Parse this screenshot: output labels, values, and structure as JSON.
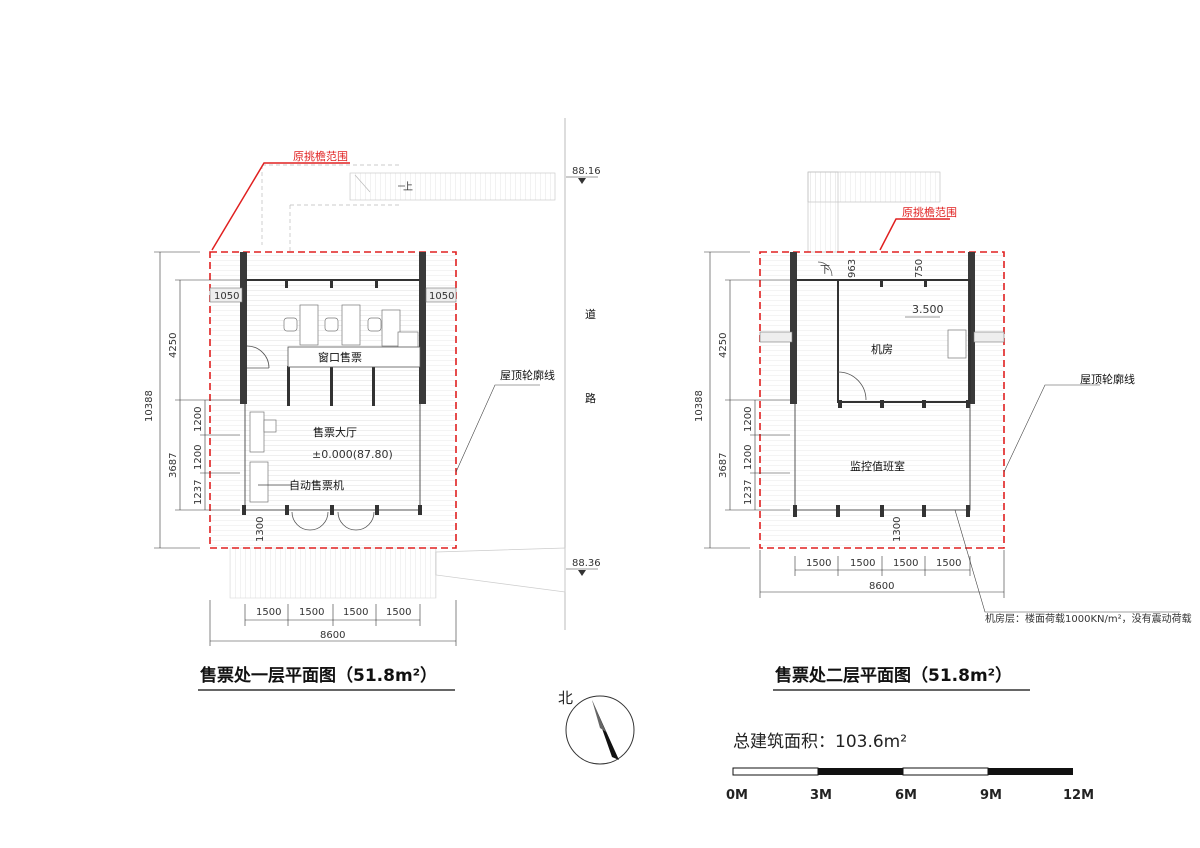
{
  "plan1": {
    "title": "售票处一层平面图（51.8m²）",
    "eave_label": "原挑檐范围",
    "room_window": "窗口售票",
    "room_hall": "售票大厅",
    "elevation": "±0.000(87.80)",
    "vending": "自动售票机",
    "roof_outline": "屋顶轮廓线",
    "stair_up": "上",
    "dim_total_height": "10388",
    "dim_upper": "4250",
    "dim_lower": "3687",
    "dim_r1": "1200",
    "dim_r2": "1200",
    "dim_r3": "1237",
    "dim_side_left": "1050",
    "dim_side_right": "1050",
    "dim_front": "1300",
    "bay_dims": [
      "1500",
      "1500",
      "1500",
      "1500"
    ],
    "total_width": "8600"
  },
  "road": {
    "char1": "道",
    "char2": "路",
    "level_top": "88.16",
    "level_bottom": "88.36"
  },
  "plan2": {
    "title": "售票处二层平面图（51.8m²）",
    "eave_label": "原挑檐范围",
    "stair_down": "下",
    "dim_963": "963",
    "dim_750": "750",
    "level": "3.500",
    "room_machine": "机房",
    "room_monitor": "监控值班室",
    "roof_outline": "屋顶轮廓线",
    "note": "机房层：楼面荷载1000KN/m²，没有震动荷载",
    "dim_total_height": "10388",
    "dim_upper": "4250",
    "dim_lower": "3687",
    "dim_r1": "1200",
    "dim_r2": "1200",
    "dim_r3": "1237",
    "dim_front": "1300",
    "bay_dims": [
      "1500",
      "1500",
      "1500",
      "1500"
    ],
    "total_width": "8600"
  },
  "north": {
    "label": "北"
  },
  "summary": {
    "total_area": "总建筑面积：103.6m²"
  },
  "scale_bar": {
    "labels": [
      "0M",
      "3M",
      "6M",
      "9M",
      "12M"
    ]
  },
  "colors": {
    "red": "#e02020",
    "wall": "#3a3a3a"
  }
}
